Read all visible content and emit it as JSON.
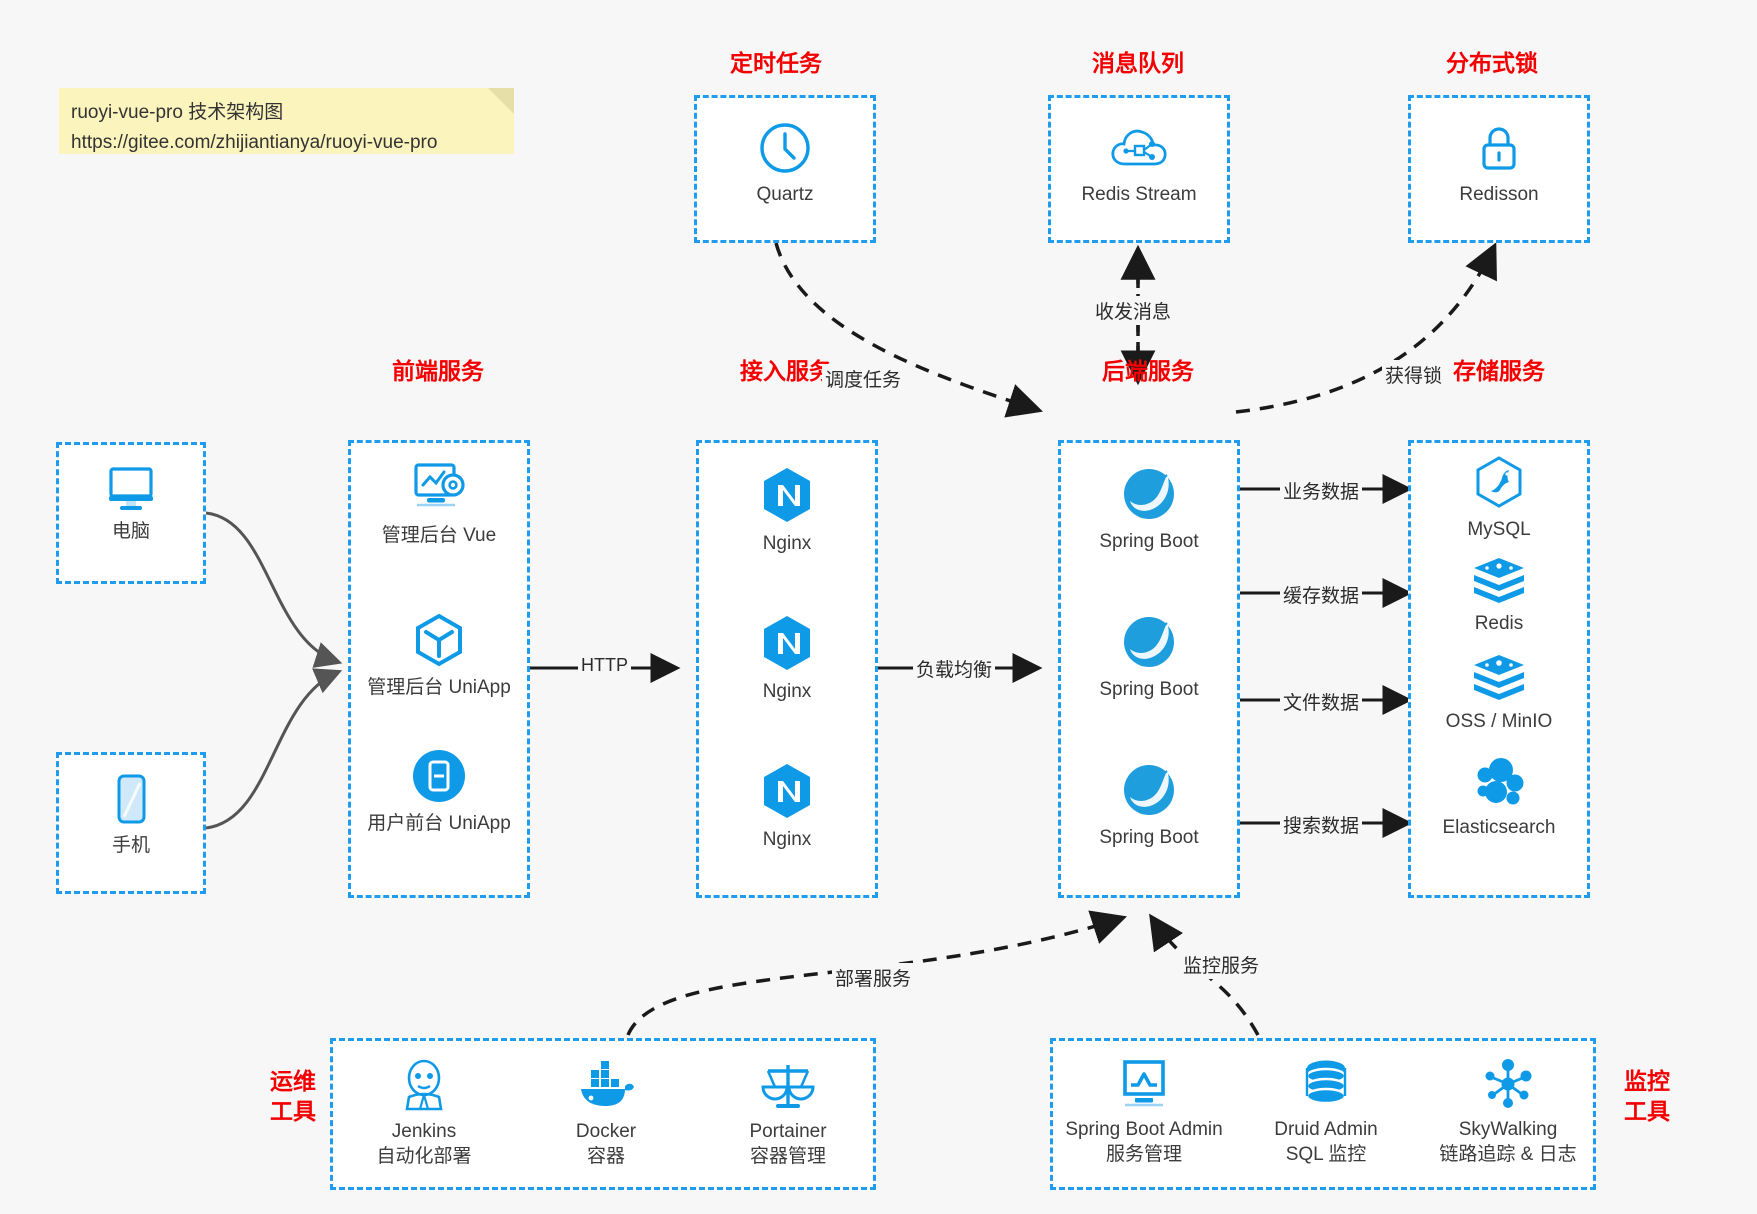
{
  "note": {
    "line1": "ruoyi-vue-pro 技术架构图",
    "line2": "https://gitee.com/zhijiantianya/ruoyi-vue-pro"
  },
  "colors": {
    "accent": "#1f9bf0",
    "label_red": "#f50000",
    "icon_blue": "#0f9ae8",
    "arrow_gray": "#555555",
    "arrow_black": "#1a1a1a",
    "background": "#f7f7f7",
    "note_yellow": "#fbf5bd"
  },
  "groups": {
    "scheduler": {
      "label": "定时任务",
      "nodes": [
        {
          "name": "Quartz",
          "icon": "clock-icon"
        }
      ]
    },
    "mq": {
      "label": "消息队列",
      "nodes": [
        {
          "name": "Redis Stream",
          "icon": "cloud-stream-icon"
        }
      ]
    },
    "lock": {
      "label": "分布式锁",
      "nodes": [
        {
          "name": "Redisson",
          "icon": "padlock-icon"
        }
      ]
    },
    "client_pc": {
      "label": "",
      "nodes": [
        {
          "name": "电脑",
          "icon": "desktop-icon"
        }
      ]
    },
    "client_phone": {
      "label": "",
      "nodes": [
        {
          "name": "手机",
          "icon": "phone-icon"
        }
      ]
    },
    "frontend": {
      "label": "前端服务",
      "nodes": [
        {
          "name": "管理后台 Vue",
          "icon": "dashboard-gear-icon"
        },
        {
          "name": "管理后台 UniApp",
          "icon": "hexagon-cube-icon"
        },
        {
          "name": "用户前台 UniApp",
          "icon": "mobile-app-icon"
        }
      ]
    },
    "gateway": {
      "label": "接入服务",
      "nodes": [
        {
          "name": "Nginx",
          "icon": "nginx-icon"
        },
        {
          "name": "Nginx",
          "icon": "nginx-icon"
        },
        {
          "name": "Nginx",
          "icon": "nginx-icon"
        }
      ]
    },
    "backend": {
      "label": "后端服务",
      "nodes": [
        {
          "name": "Spring Boot",
          "icon": "spring-boot-icon"
        },
        {
          "name": "Spring Boot",
          "icon": "spring-boot-icon"
        },
        {
          "name": "Spring Boot",
          "icon": "spring-boot-icon"
        }
      ]
    },
    "storage": {
      "label": "存储服务",
      "nodes": [
        {
          "name": "MySQL",
          "icon": "mysql-icon"
        },
        {
          "name": "Redis",
          "icon": "redis-icon"
        },
        {
          "name": "OSS / MinIO",
          "icon": "object-storage-icon"
        },
        {
          "name": "Elasticsearch",
          "icon": "elasticsearch-icon"
        }
      ]
    },
    "devops": {
      "label_line1": "运维",
      "label_line2": "工具",
      "nodes": [
        {
          "name": "Jenkins",
          "sub": "自动化部署",
          "icon": "jenkins-icon"
        },
        {
          "name": "Docker",
          "sub": "容器",
          "icon": "docker-icon"
        },
        {
          "name": "Portainer",
          "sub": "容器管理",
          "icon": "scales-icon"
        }
      ]
    },
    "monitoring": {
      "label_line1": "监控",
      "label_line2": "工具",
      "nodes": [
        {
          "name": "Spring Boot Admin",
          "sub": "服务管理",
          "icon": "monitor-chart-icon"
        },
        {
          "name": "Druid Admin",
          "sub": "SQL 监控",
          "icon": "database-icon"
        },
        {
          "name": "SkyWalking",
          "sub": "链路追踪 & 日志",
          "icon": "network-nodes-icon"
        }
      ]
    }
  },
  "edges": [
    {
      "id": "schedule",
      "label": "调度任务"
    },
    {
      "id": "mq-send-receive",
      "label": "收发消息"
    },
    {
      "id": "acquire-lock",
      "label": "获得锁"
    },
    {
      "id": "http",
      "label": "HTTP"
    },
    {
      "id": "load-balance",
      "label": "负载均衡"
    },
    {
      "id": "business-data",
      "label": "业务数据"
    },
    {
      "id": "cache-data",
      "label": "缓存数据"
    },
    {
      "id": "file-data",
      "label": "文件数据"
    },
    {
      "id": "search-data",
      "label": "搜索数据"
    },
    {
      "id": "deploy-service",
      "label": "部署服务"
    },
    {
      "id": "monitor-service",
      "label": "监控服务"
    }
  ]
}
